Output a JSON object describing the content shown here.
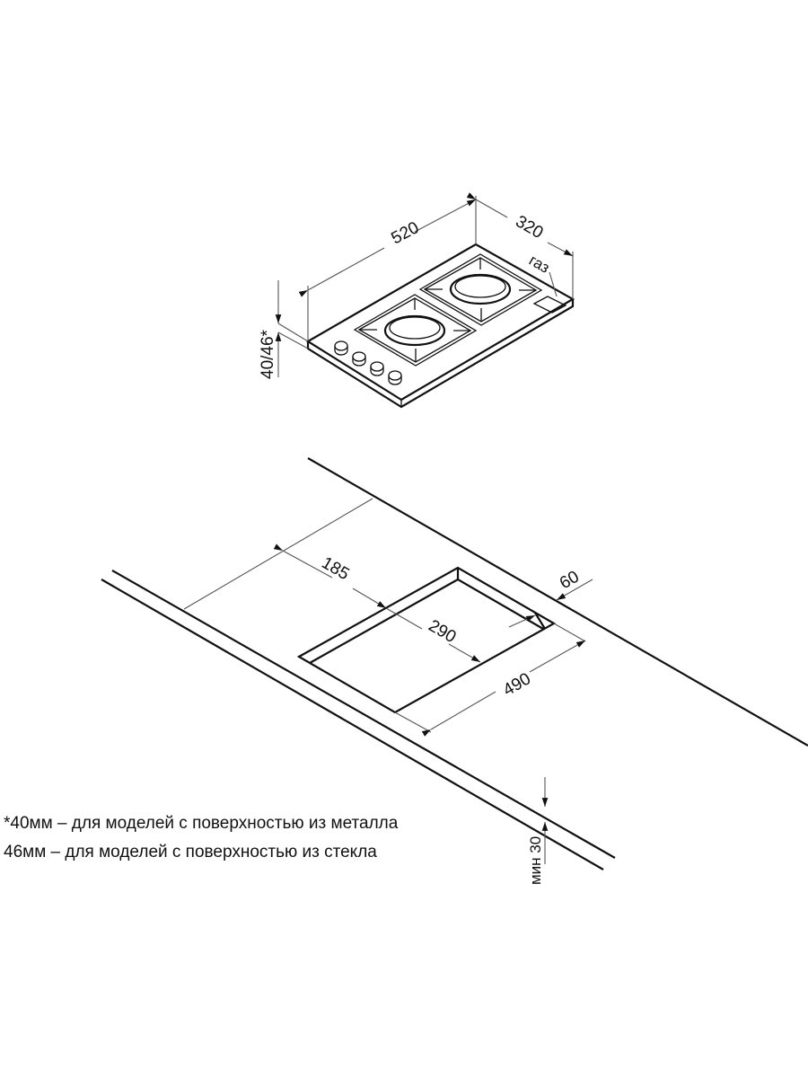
{
  "hob": {
    "width_label": "520",
    "depth_label": "320",
    "height_label": "40/46*",
    "gas_label": "газ",
    "burners": 2,
    "knobs": 4
  },
  "cutout": {
    "offset_back_label": "185",
    "depth_label": "290",
    "width_label": "490",
    "offset_side_label": "60",
    "min_thickness_label": "мин 30"
  },
  "notes": [
    "*40мм – для моделей с поверхностью из металла",
    "46мм – для моделей с поверхностью из стекла"
  ],
  "colors": {
    "line": "#111111",
    "background": "#ffffff"
  }
}
